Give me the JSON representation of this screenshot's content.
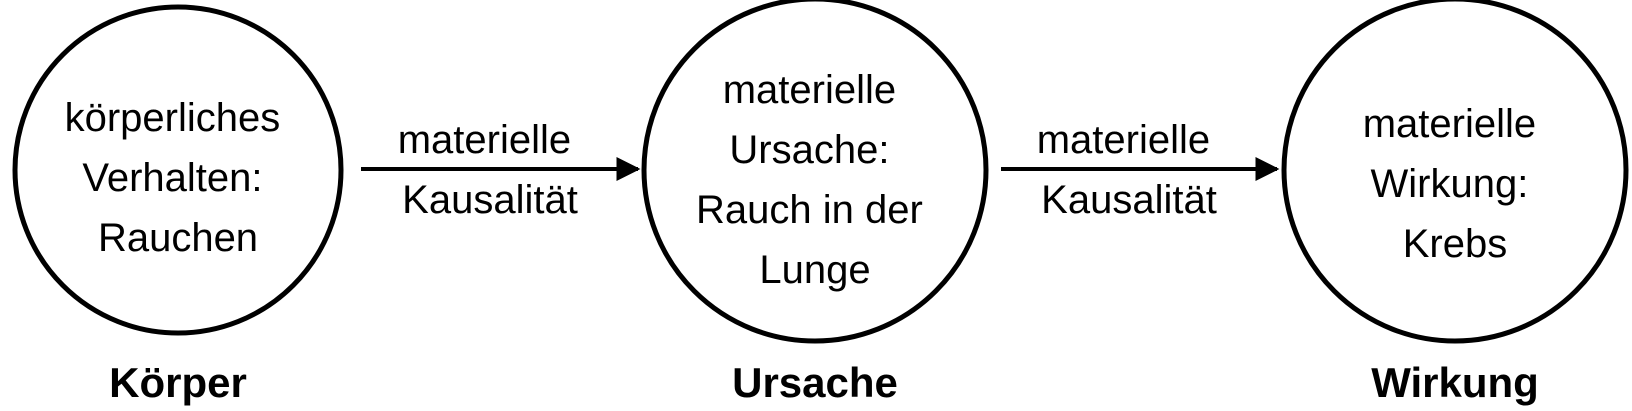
{
  "nodes": [
    {
      "lines": [
        "körperliches",
        "Verhalten:",
        "Rauchen"
      ],
      "caption": "Körper"
    },
    {
      "lines": [
        "materielle",
        "Ursache:",
        "Rauch in der",
        "Lunge"
      ],
      "caption": "Ursache"
    },
    {
      "lines": [
        "materielle",
        "Wirkung:",
        "Krebs"
      ],
      "caption": "Wirkung"
    }
  ],
  "edges": [
    {
      "lines": [
        "materielle",
        "Kausalität"
      ]
    },
    {
      "lines": [
        "materielle",
        "Kausalität"
      ]
    }
  ]
}
